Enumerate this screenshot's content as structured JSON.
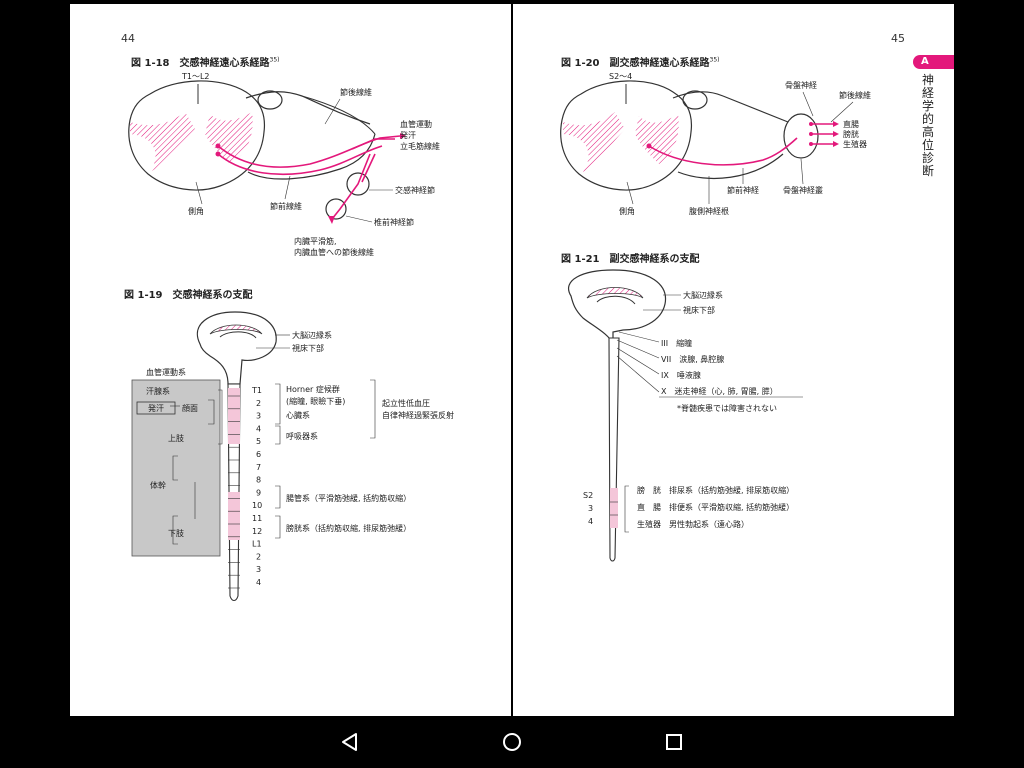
{
  "left_page": {
    "page_number": "44",
    "fig18": {
      "title": "図 1-18　交感神経遠心系経路",
      "ref": "35)",
      "segment": "T1〜L2",
      "labels": {
        "postganglionic": "節後線維",
        "vasomotor": "血管運動",
        "sweat": "発汗",
        "piloerector": "立毛筋線維",
        "sympathetic_ganglion": "交感神経節",
        "lateral_horn": "側角",
        "preganglionic": "節前線維",
        "prevertebral_ganglion": "椎前神経節",
        "visceral1": "内臓平滑筋,",
        "visceral2": "内臓血管への節後線維"
      }
    },
    "fig19": {
      "title": "図 1-19　交感神経系の支配",
      "labels": {
        "limbic": "大脳辺縁系",
        "hypothalamus": "視床下部",
        "vasomotor_system": "血管運動系",
        "sweat_system": "汗腺系",
        "sweating": "発汗",
        "face": "顔面",
        "upper_limb": "上肢",
        "trunk": "体幹",
        "lower_limb": "下肢",
        "horner": "Horner 症候群",
        "horner_detail": "(縮瞳, 眼瞼下垂)",
        "heart": "心臓系",
        "respiratory": "呼吸器系",
        "orthostatic": "起立性低血圧",
        "autonomic_reflex": "自律神経過緊張反射",
        "intestine": "腸管系（平滑筋弛緩, 括約筋収縮）",
        "bladder": "膀胱系（括約筋収縮, 排尿筋弛緩）"
      },
      "segments": [
        "T1",
        "2",
        "3",
        "4",
        "5",
        "6",
        "7",
        "8",
        "9",
        "10",
        "11",
        "12",
        "L1",
        "2",
        "3",
        "4"
      ]
    }
  },
  "right_page": {
    "page_number": "45",
    "tab_letter": "A",
    "chapter_title": "神経学的高位診断",
    "fig20": {
      "title": "図 1-20　副交感神経遠心系経路",
      "ref": "35)",
      "segment": "S2〜4",
      "labels": {
        "pelvic_nerve": "骨盤神経",
        "postganglionic": "節後線維",
        "rectum": "直腸",
        "bladder": "膀胱",
        "genitals": "生殖器",
        "lateral_horn": "側角",
        "ventral_root": "腹側神経根",
        "preganglionic": "節前神経",
        "pelvic_plexus": "骨盤神経叢"
      }
    },
    "fig21": {
      "title": "図 1-21　副交感神経系の支配",
      "labels": {
        "limbic": "大脳辺縁系",
        "hypothalamus": "視床下部",
        "cn3": "III　縮瞳",
        "cn7": "VII　涙腺, 鼻腔腺",
        "cn9": "IX　唾液腺",
        "cn10": "X　迷走神経（心, 肺, 胃腸, 膵）",
        "note": "*脊髄疾患では障害されない",
        "bladder_line": "膀　胱　排尿系（括約筋弛緩, 排尿筋収縮）",
        "rectum_line": "直　腸　排便系（平滑筋収縮, 括約筋弛緩）",
        "genital_line": "生殖器　男性勃起系（遠心路）"
      },
      "segments": [
        "S2",
        "3",
        "4"
      ]
    }
  },
  "colors": {
    "accent": "#e3187b",
    "hatch": "#e3187b",
    "shade": "#f4c6d9",
    "grey_box": "#c8c8c8"
  },
  "navbar": {
    "back_icon": "back-triangle-icon",
    "home_icon": "home-circle-icon",
    "recent_icon": "recent-square-icon"
  }
}
